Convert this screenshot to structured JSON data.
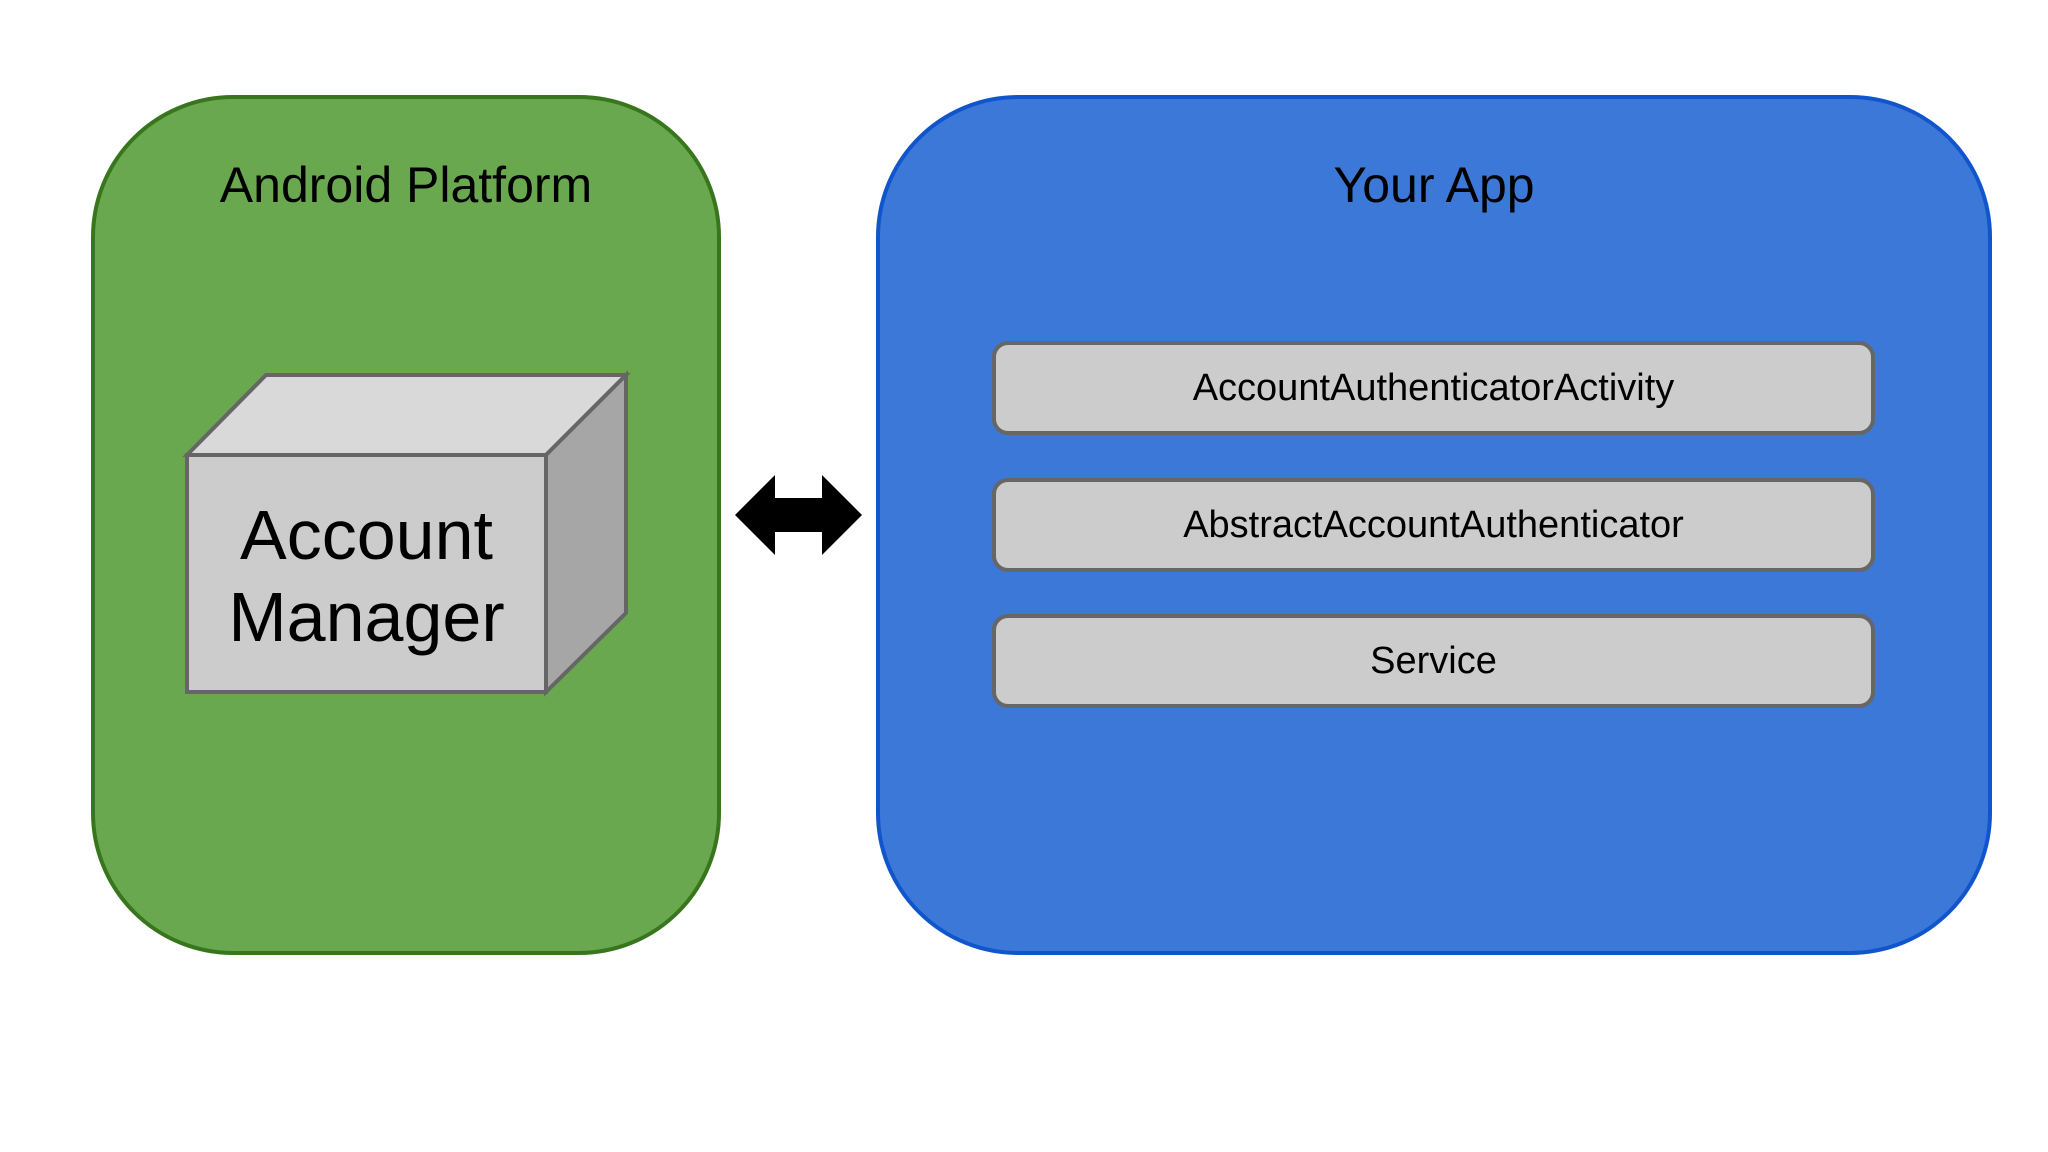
{
  "platform": {
    "title": "Android Platform",
    "component": {
      "line1": "Account",
      "line2": "Manager"
    }
  },
  "app": {
    "title": "Your App",
    "components": [
      {
        "label": "AccountAuthenticatorActivity"
      },
      {
        "label": "AbstractAccountAuthenticator"
      },
      {
        "label": "Service"
      }
    ]
  },
  "colors": {
    "platform_fill": "#6aa84f",
    "platform_border": "#38761d",
    "app_fill": "#3c78d8",
    "app_border": "#1155cc",
    "component_fill": "#cccccc",
    "component_border": "#666666"
  },
  "connector": {
    "icon": "double-headed-arrow-icon"
  }
}
